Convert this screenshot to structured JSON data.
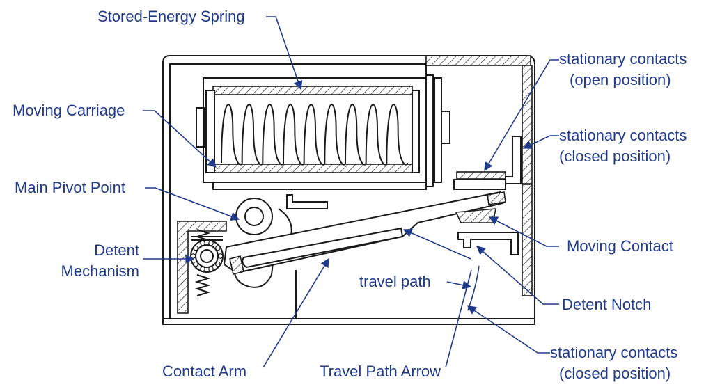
{
  "labels": {
    "stored_energy_spring": "Stored-Energy Spring",
    "moving_carriage": "Moving Carriage",
    "main_pivot_point": "Main Pivot Point",
    "detent_mechanism_line1": "Detent",
    "detent_mechanism_line2": "Mechanism",
    "contact_arm": "Contact Arm",
    "travel_path_arrow": "Travel Path Arrow",
    "travel_path": "travel path",
    "stationary_open_line1": "stationary contacts",
    "stationary_open_line2": "(open position)",
    "stationary_closed_top_line1": "stationary contacts",
    "stationary_closed_top_line2": "(closed position)",
    "moving_contact": "Moving Contact",
    "detent_notch": "Detent Notch",
    "stationary_closed_bottom_line1": "stationary contacts",
    "stationary_closed_bottom_line2": "(closed position)"
  },
  "colors": {
    "label_text": "#1f3a8a",
    "line_art": "#1a1a1a",
    "background": "#ffffff"
  }
}
